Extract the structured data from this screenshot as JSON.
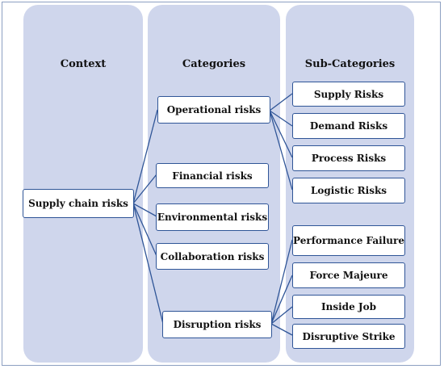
{
  "columns": {
    "context": "Context",
    "categories": "Categories",
    "sub_categories": "Sub-Categories"
  },
  "context_node": "Supply chain risks",
  "categories": [
    "Operational risks",
    "Financial risks",
    "Environmental risks",
    "Collaboration risks",
    "Disruption risks"
  ],
  "sub_categories": {
    "operational": [
      "Supply Risks",
      "Demand Risks",
      "Process Risks",
      "Logistic Risks"
    ],
    "disruption": [
      "Performance Failure",
      "Force Majeure",
      "Inside Job",
      "Disruptive Strike"
    ]
  },
  "colors": {
    "column_fill": "#cfd6ec",
    "node_border": "#2f5597",
    "connector": "#2f5597"
  }
}
